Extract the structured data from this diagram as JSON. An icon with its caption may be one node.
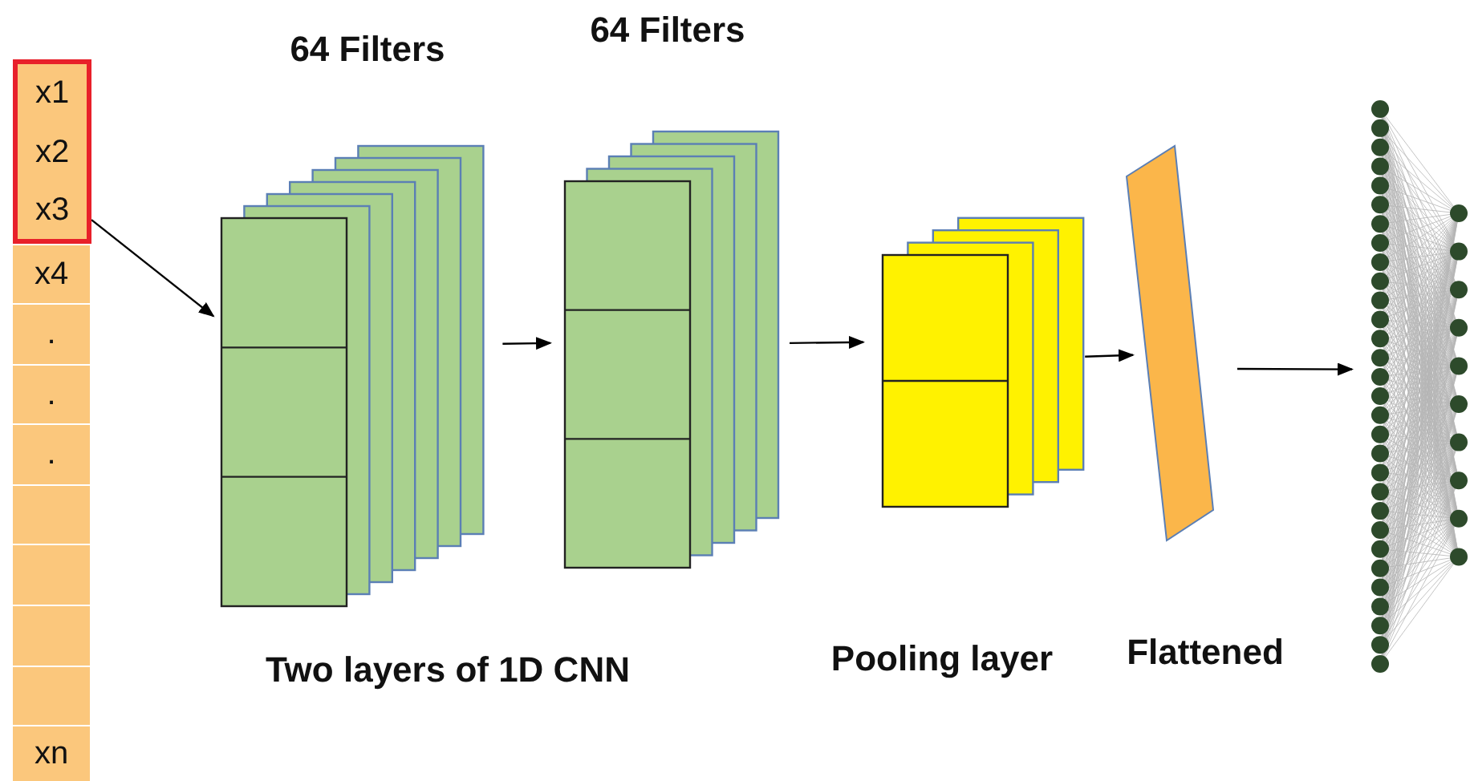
{
  "diagram": {
    "nodes": [
      {
        "text": [],
        "shape": "box"
      },
      {
        "text": [
          "x1"
        ],
        "in": 0
      },
      {
        "text": [
          "x2"
        ],
        "in": 0
      },
      {
        "text": [
          "x3"
        ],
        "in": 0
      },
      {
        "text": [
          "x4"
        ]
      },
      {
        "text": [
          "."
        ]
      },
      {
        "text": [
          "."
        ]
      },
      {
        "text": [
          "."
        ]
      },
      {
        "text": [],
        "shape": "box"
      },
      {
        "text": [],
        "shape": "box"
      },
      {
        "text": [],
        "shape": "box"
      },
      {
        "text": [],
        "shape": "box"
      },
      {
        "text": [
          "xn"
        ]
      },
      {
        "text": [
          "64 Filters"
        ]
      },
      {
        "text": [
          "64 Filters"
        ]
      },
      {
        "text": [],
        "shape": "stack"
      },
      {
        "text": [
          "Flattened"
        ]
      },
      {
        "text": [],
        "shape": "network"
      }
    ],
    "edges": [
      {
        "from": 0,
        "to": 13,
        "arrow": "to"
      },
      {
        "from": 13,
        "to": 14,
        "arrow": "to"
      },
      {
        "from": 14,
        "to": 15,
        "arrow": "to"
      },
      {
        "from": 15,
        "to": 16,
        "arrow": "to"
      },
      {
        "from": 16,
        "to": 17,
        "arrow": "to"
      }
    ],
    "labels": [
      "Two layers of 1D CNN",
      "Pooling layer"
    ]
  }
}
